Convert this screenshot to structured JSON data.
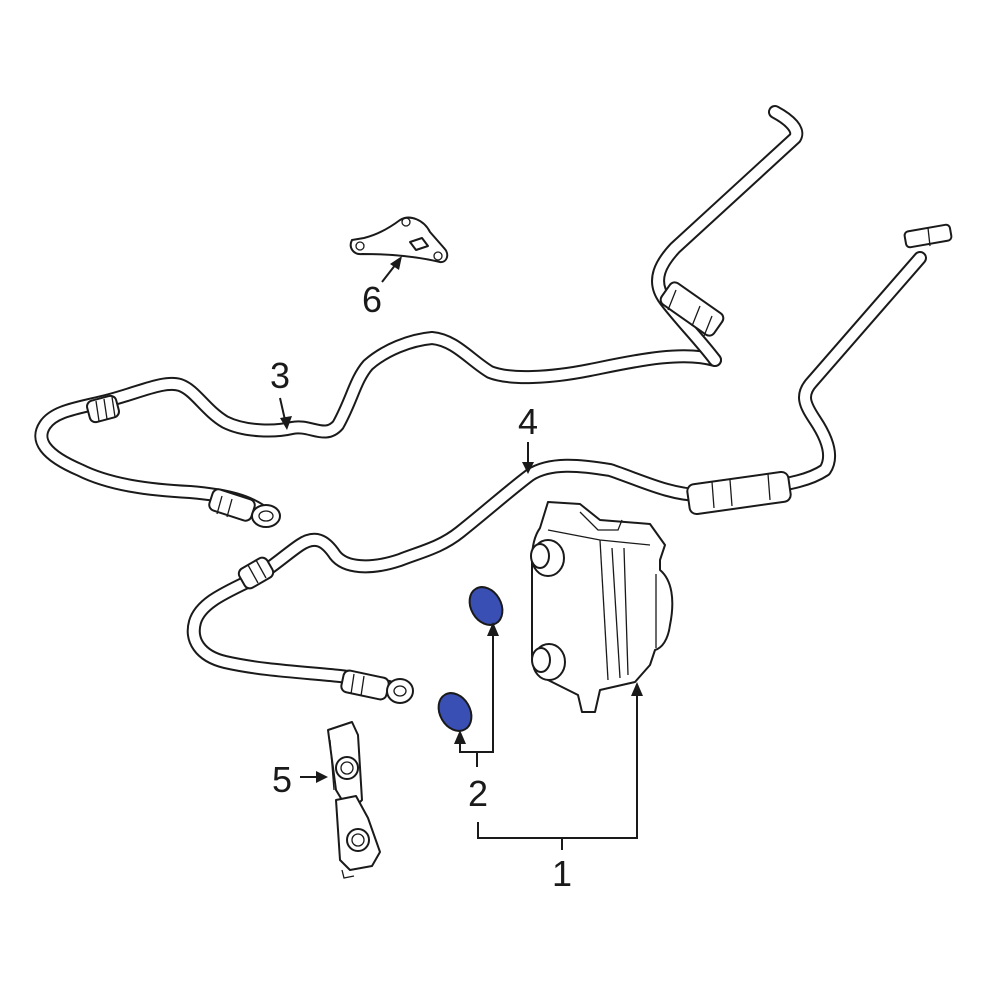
{
  "callouts": [
    {
      "id": "1",
      "label": "1"
    },
    {
      "id": "2",
      "label": "2"
    },
    {
      "id": "3",
      "label": "3"
    },
    {
      "id": "4",
      "label": "4"
    },
    {
      "id": "5",
      "label": "5"
    },
    {
      "id": "6",
      "label": "6"
    }
  ],
  "colors": {
    "line": "#1a1a1a",
    "background": "#ffffff",
    "highlight_seal": "#3a4fb4"
  }
}
